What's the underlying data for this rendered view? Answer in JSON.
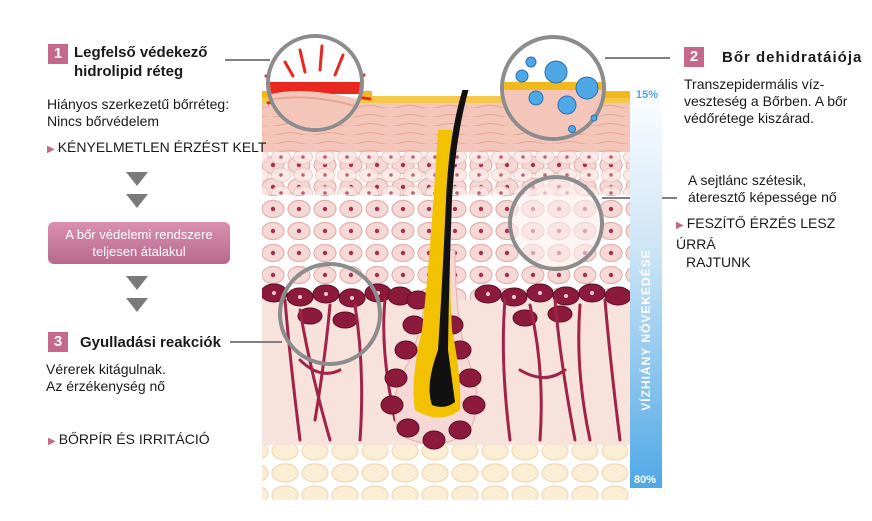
{
  "callout1": {
    "number": "1",
    "title_line1": "Legfelső védekező",
    "title_line2": "hidrolipid réteg",
    "text_line1": "Hiányos szerkezetű bőrréteg:",
    "text_line2": "Nincs bőrvédelem",
    "warning": "KÉNYELMETLEN ÉRZÉST KELT"
  },
  "pill": {
    "line1": "A bőr védelemi rendszere",
    "line2": "teljesen átalakul"
  },
  "callout2": {
    "number": "2",
    "title": "Bőr dehidratáiója",
    "text_line1": "Transzepidermális víz-",
    "text_line2": "veszteség a Bőrben.  A bőr",
    "text_line3": "védőrétege kiszárad.",
    "text2_line1": "A sejtlánc szétesik,",
    "text2_line2": "áteresztő képessége nő",
    "warning_line1": "FESZÍTŐ ÉRZÉS LESZ ÚRRÁ",
    "warning_line2": "RAJTUNK"
  },
  "callout3": {
    "number": "3",
    "title": "Gyulladási reakciók",
    "text_line1": "Vérerek kitágulnak.",
    "text_line2": "Az érzékenység  nő",
    "warning": "BŐRPÍR ÉS IRRITÁCIÓ"
  },
  "gauge": {
    "top_label": "15%",
    "bottom_label": "80%",
    "vertical_label": "VÍZHIÁNY NÖVEKEDÉSE"
  },
  "icons": {
    "arrow": "down-triangle",
    "bullet": "right-triangle",
    "colors": {
      "accent": "#c4698c",
      "cell_dark": "#8c1a3c",
      "hair": "#111111",
      "sebum": "#f2c200",
      "water": "#4fa8e6"
    }
  }
}
